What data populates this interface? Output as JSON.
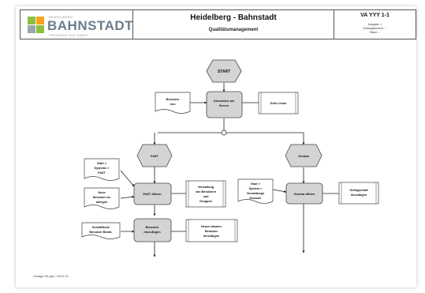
{
  "header": {
    "logo_small": "HEIDELBERG",
    "logo_big": "BAHNSTADT",
    "logo_tagline": "FREIRAUM FÜR IDEEN",
    "title": "Heidelberg - Bahnstadt",
    "subtitle": "Qualitätsmanagement",
    "doc_id": "VA YYY 1-1",
    "meta_lines": [
      "Ausgabe: 1",
      "Geltungsbereich: ...",
      "Stand: ..."
    ]
  },
  "footer": {
    "note": "Vorlage VA.ppt / 15.02.11"
  },
  "colors": {
    "shape_fill": "#d4d4d4",
    "shape_stroke": "#444444",
    "doc_fill": "#ffffff",
    "logo_green": "#8cbf3f",
    "logo_orange": "#f7a21b",
    "logo_gray": "#9aa5ad"
  },
  "diagram": {
    "start": "START",
    "doc_benutzer_neu": [
      "Benutzer",
      "neu"
    ],
    "anmelden": [
      "Anmelden am",
      "Server"
    ],
    "schnittstelle": [
      "Gefo Linux"
    ],
    "project_left": "PaST",
    "project_right": "Gemba",
    "doc_left_1": [
      "Start >",
      "Systeme >",
      "PaST"
    ],
    "doc_left_2": [
      "Neue",
      "Benutzer bn",
      "anlegen"
    ],
    "past_oeffnen": [
      "PaST öffnen"
    ],
    "verwaltung": [
      "Verwaltung",
      "von Benutzern",
      "und",
      "Gruppen"
    ],
    "doc_left_3": [
      "Schaltfläche",
      "Benutzer Bearb."
    ],
    "benutzer_anlegen": [
      "Benutzer",
      "hinzufügen"
    ],
    "neuen_lokalen": [
      "Neuen lokalen",
      "Benutzer",
      "hinzufügen"
    ],
    "doc_right_1": [
      "Start >",
      "System >",
      "Verwaltungs",
      "Konsole"
    ],
    "gemba_oeffnen": [
      "Gemba öffnen"
    ],
    "gemba_result": [
      "Gefolgschaft",
      "hinzufügen"
    ]
  }
}
